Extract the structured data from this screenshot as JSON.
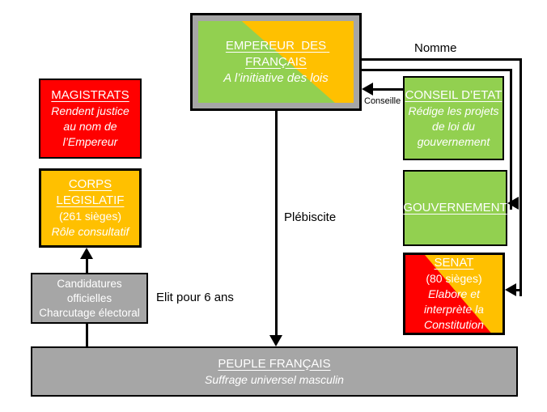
{
  "colors": {
    "orange": "#FFC000",
    "green": "#92D050",
    "red": "#FF0000",
    "gray": "#A6A6A6",
    "line": "#000000",
    "text_light": "#FFFFFF",
    "text_dark": "#000000",
    "background": "#FFFFFF"
  },
  "boxes": {
    "empereur": {
      "title": "EMPEREUR  DES FRANÇAIS",
      "subtitle": "A l’initiative des lois"
    },
    "magistrats": {
      "title": "MAGISTRATS",
      "line1": "Rendent justice",
      "line2": "au nom de",
      "line3": "l’Empereur"
    },
    "corps_legislatif": {
      "title1": "CORPS",
      "title2": "LEGISLATIF",
      "seats": "(261 sièges)",
      "role": "Rôle consultatif"
    },
    "candidatures": {
      "line1": "Candidatures",
      "line2": "officielles",
      "line3": "Charcutage électoral"
    },
    "conseil_etat": {
      "title": "CONSEIL D’ETAT",
      "line1": "Rédige les projets",
      "line2": "de loi du",
      "line3": "gouvernement"
    },
    "gouvernement": {
      "title": "GOUVERNEMENT"
    },
    "senat": {
      "title": "SENAT",
      "seats": "(80 sièges)",
      "line1": "Elabore et",
      "line2": "interprète la",
      "line3": "Constitution"
    },
    "peuple": {
      "title": "PEUPLE FRANÇAIS",
      "subtitle": "Suffrage universel masculin"
    }
  },
  "labels": {
    "nomme": "Nomme",
    "conseille": "Conseille",
    "plebiscite": "Plébiscite",
    "elit": "Elit pour 6 ans"
  }
}
